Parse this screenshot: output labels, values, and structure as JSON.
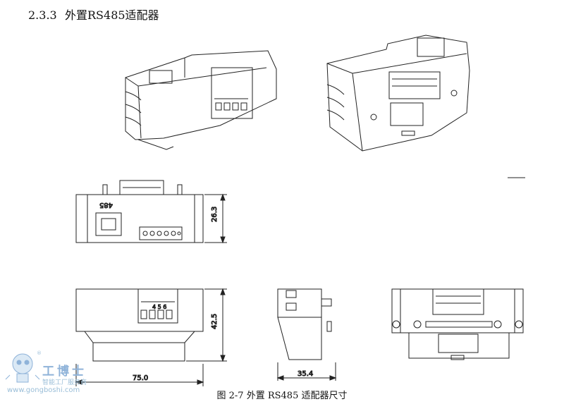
{
  "heading": {
    "number": "2.3.3",
    "title": "外置RS485适配器"
  },
  "figure": {
    "caption": "图 2-7  外置 RS485 适配器尺寸",
    "front_label": "485",
    "terminal_label": "4 5 6",
    "dimensions": {
      "height_front": "26.3",
      "height_bottom": "42.5",
      "width": "75.0",
      "depth": "35.4"
    }
  },
  "watermark": {
    "brand": "工博士",
    "slogan": "智能工厂服务商",
    "url": "www.gongboshi.com",
    "registered": "®"
  }
}
